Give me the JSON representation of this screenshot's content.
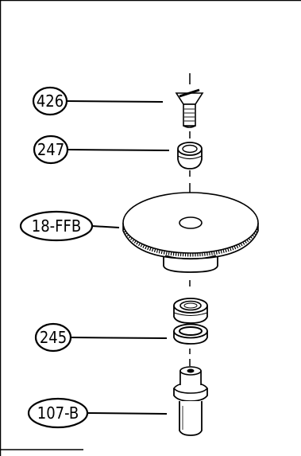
{
  "callouts": [
    {
      "label": "426",
      "part": "screw"
    },
    {
      "label": "247",
      "part": "collar"
    },
    {
      "label": "18-FFB",
      "part": "handwheel-disc"
    },
    {
      "label": "245",
      "part": "bearing-pair"
    },
    {
      "label": "107-B",
      "part": "bushing"
    }
  ],
  "colors": {
    "ink": "#000000",
    "paper": "#ffffff"
  }
}
